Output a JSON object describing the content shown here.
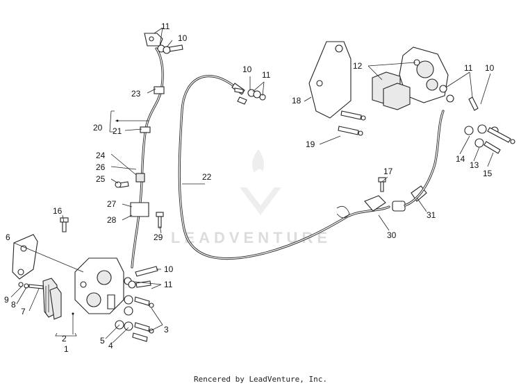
{
  "diagram": {
    "callouts": [
      "1",
      "2",
      "3",
      "4",
      "5",
      "6",
      "7",
      "8",
      "9",
      "10",
      "11",
      "12",
      "13",
      "14",
      "15",
      "16",
      "17",
      "18",
      "19",
      "20",
      "21",
      "22",
      "23",
      "24",
      "25",
      "26",
      "27",
      "28",
      "29",
      "30",
      "31"
    ],
    "watermark_text": "LEADVENTURE"
  },
  "footer": {
    "text": "Rencered by LeadVenture, Inc."
  }
}
